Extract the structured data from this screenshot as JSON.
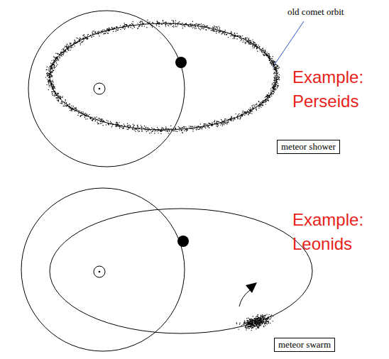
{
  "diagram": {
    "nodes": [
      {
        "text": [
          "meteor shower"
        ]
      },
      {
        "text": [
          "meteor swarm"
        ]
      }
    ],
    "labels": [
      "old comet orbit",
      "Example: Perseids",
      "Example: Leonids"
    ]
  }
}
